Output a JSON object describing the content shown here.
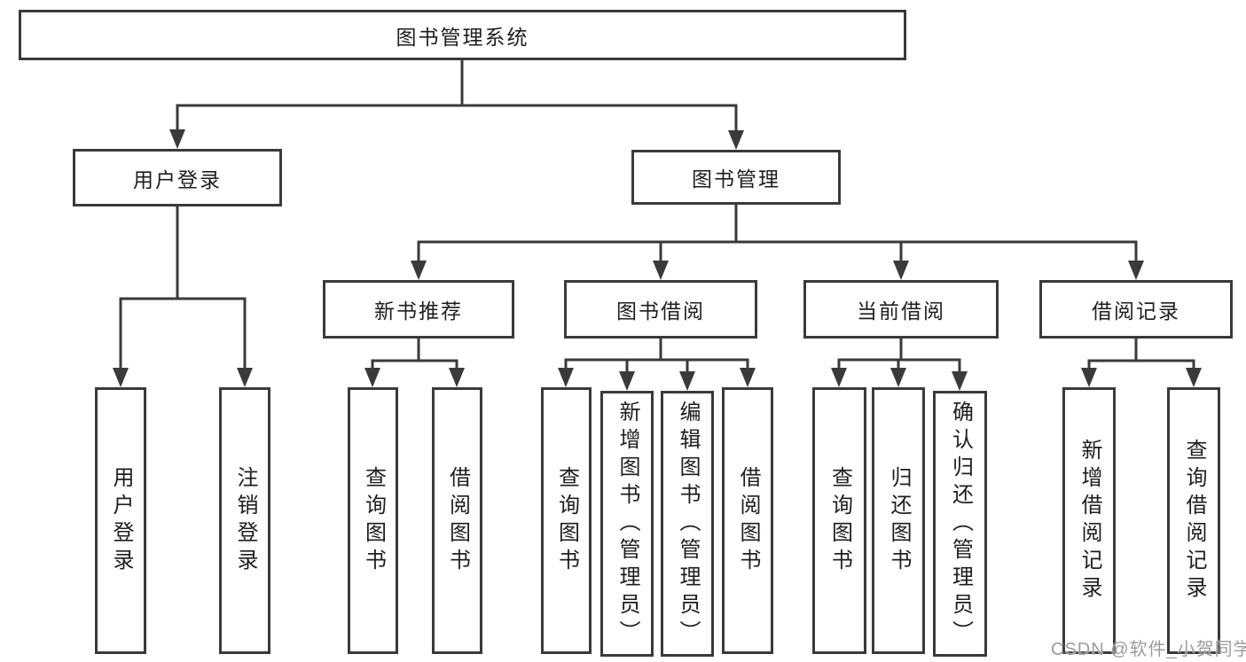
{
  "diagram": {
    "root": {
      "label": "图书管理系统"
    },
    "user_login": {
      "label": "用户登录",
      "children": [
        {
          "label": "用户登录"
        },
        {
          "label": "注销登录"
        }
      ]
    },
    "book_management": {
      "label": "图书管理",
      "modules": {
        "new_book_recommend": {
          "label": "新书推荐",
          "children": [
            {
              "label": "查询图书"
            },
            {
              "label": "借阅图书"
            }
          ]
        },
        "book_borrowing": {
          "label": "图书借阅",
          "children": [
            {
              "label": "查询图书"
            },
            {
              "label": "新增图书（管理员）"
            },
            {
              "label": "编辑图书（管理员）"
            },
            {
              "label": "借阅图书"
            }
          ]
        },
        "current_borrowing": {
          "label": "当前借阅",
          "children": [
            {
              "label": "查询图书"
            },
            {
              "label": "归还图书"
            },
            {
              "label": "确认归还（管理员）"
            }
          ]
        },
        "borrowing_records": {
          "label": "借阅记录",
          "children": [
            {
              "label": "新增借阅记录"
            },
            {
              "label": "查询借阅记录"
            }
          ]
        }
      }
    },
    "colors": {
      "line": "#3a3a3a",
      "text": "#1e1e1e",
      "watermark": "#9c9c9c"
    },
    "watermark": "CSDN @软件_小贺同学"
  }
}
